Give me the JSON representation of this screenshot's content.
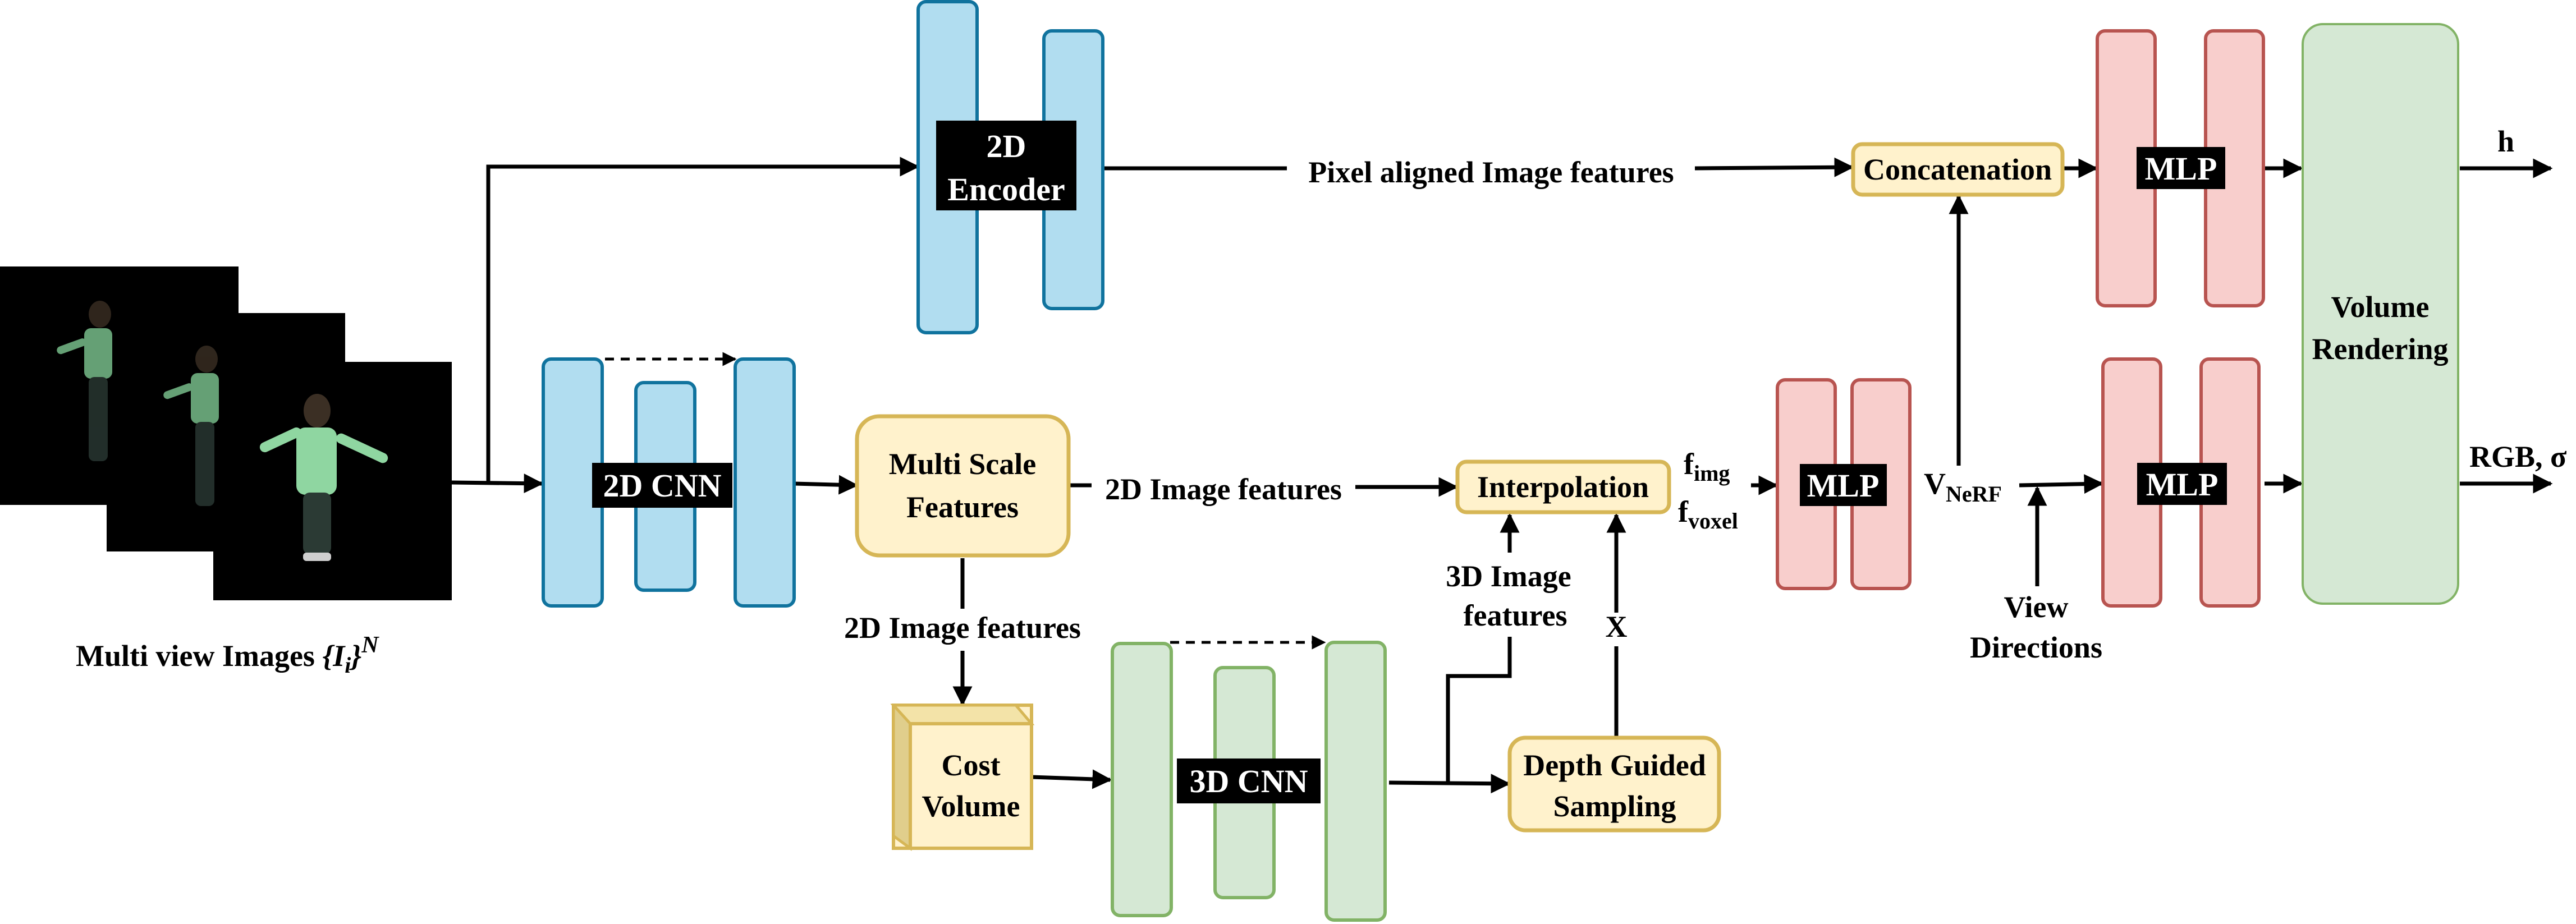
{
  "colors": {
    "blue_fill": "#b1ddf0",
    "blue_stroke": "#10739e",
    "green_fill": "#d5e8d4",
    "green_stroke": "#82b366",
    "red_fill": "#f8cecc",
    "red_stroke": "#b85450",
    "yellow_fill": "#fff2cc",
    "yellow_stroke": "#d6b656",
    "text": "#000000",
    "label_bg": "#000000",
    "label_text": "#ffffff"
  },
  "input": {
    "caption_main": "Multi view Images ",
    "caption_set": "{I",
    "caption_index": "i",
    "caption_close": "}",
    "caption_sup": "N"
  },
  "modules": {
    "encoder_2d_line1": "2D",
    "encoder_2d_line2": "Encoder",
    "cnn_2d": "2D CNN",
    "cnn_3d": "3D CNN",
    "mlp_top": "MLP",
    "mlp_mid": "MLP",
    "mlp_bottom": "MLP",
    "multi_scale_line1": "Multi Scale",
    "multi_scale_line2": "Features",
    "cost_volume_line1": "Cost",
    "cost_volume_line2": "Volume",
    "interpolation": "Interpolation",
    "depth_sampling_line1": "Depth Guided",
    "depth_sampling_line2": "Sampling",
    "concatenation": "Concatenation",
    "volume_rendering_line1": "Volume",
    "volume_rendering_line2": "Rendering"
  },
  "edge_labels": {
    "pixel_aligned": "Pixel aligned Image features",
    "image_features_2d_a": "2D Image features",
    "image_features_2d_b": "2D Image features",
    "image_features_3d_line1": "3D Image",
    "image_features_3d_line2": "features",
    "x_label": "X",
    "f_img_base": "f",
    "f_img_sub": "img",
    "f_voxel_base": "f",
    "f_voxel_sub": "voxel",
    "v_nerf_base": "V",
    "v_nerf_sub": "NeRF",
    "view_dir_line1": "View",
    "view_dir_line2": "Directions",
    "out_h": "h",
    "out_rgb": "RGB, σ"
  }
}
